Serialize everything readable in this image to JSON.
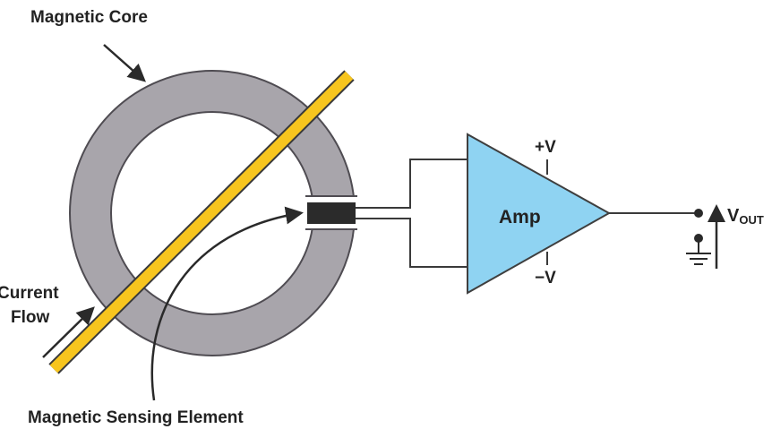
{
  "labels": {
    "magnetic_core": "Magnetic Core",
    "current_flow_line1": "Current",
    "current_flow_line2": "Flow",
    "sensing_element": "Magnetic Sensing Element",
    "amp": "Amp",
    "plus_v": "+V",
    "minus_v": "−V",
    "vout_main": "V",
    "vout_sub": "OUT"
  },
  "colors": {
    "core": "#a8a5ab",
    "core_outline": "#4f4c52",
    "conductor": "#f7c51e",
    "conductor_outline": "#3a3a3a",
    "amp_fill": "#8fd3f2",
    "amp_outline": "#3f3f3f",
    "sensor": "#2b2b2b",
    "wire": "#3a3a3a",
    "text": "#222222"
  },
  "icons": {
    "ground": "ground-icon",
    "output_terminal": "terminal-dot-icon"
  }
}
